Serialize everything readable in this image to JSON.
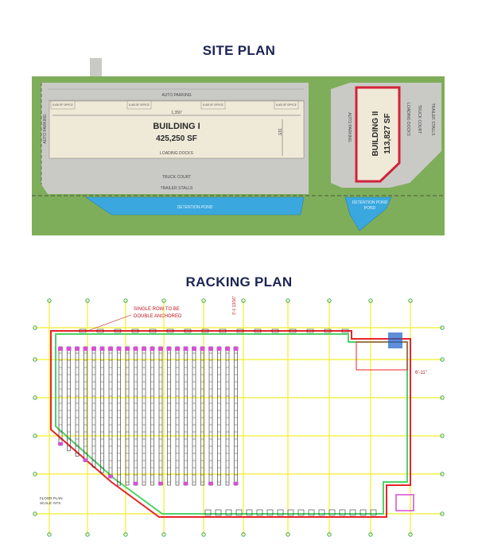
{
  "site_plan": {
    "title": "SITE PLAN",
    "building1": {
      "name": "BUILDING I",
      "area": "425,250 SF",
      "dimension_width": "1,350'",
      "dimension_depth": "315'",
      "loading_docks": "LOADING DOCKS",
      "offices": [
        "8,400 SF OFFICE",
        "8,400 SF OFFICE",
        "8,400 SF OFFICE",
        "8,400 SF OFFICE"
      ]
    },
    "building2": {
      "name": "BUILDING II",
      "area": "113,827 SF",
      "loading_docks": "LOADING DOCKS"
    },
    "labels": {
      "auto_parking_top": "AUTO PARKING",
      "auto_parking_left": "AUTO PARKING",
      "auto_parking_b2": "AUTO PARKING",
      "truck_court": "TRUCK COURT",
      "trailer_stalls": "TRAILER STALLS",
      "truck_court_b2": "TRUCK COURT",
      "trailer_stalls_b2": "TRAILER STALLS",
      "detention_pond_1": "DETENTION POND",
      "detention_pond_2": "DETENTION POND"
    },
    "colors": {
      "grass": "#7fae5a",
      "pavement": "#c9cac6",
      "building": "#efe9d8",
      "water": "#3aa8de",
      "highlight": "#d3223a"
    }
  },
  "racking_plan": {
    "title": "RACKING PLAN",
    "note": "SINGLE ROW TO BE DOUBLE ANCHORED",
    "dim_top": "3'-1 13/16\"",
    "dim_right": "6'-11\"",
    "floor_plan_label": "FLOOR PLAN",
    "scale_label": "SCALE: NTS",
    "colors": {
      "grid": "#f2ee2a",
      "wall": "#e8232a",
      "track": "#4fd26a",
      "rack": "#2b2b2b",
      "end_marker": "#d94fd4"
    }
  }
}
